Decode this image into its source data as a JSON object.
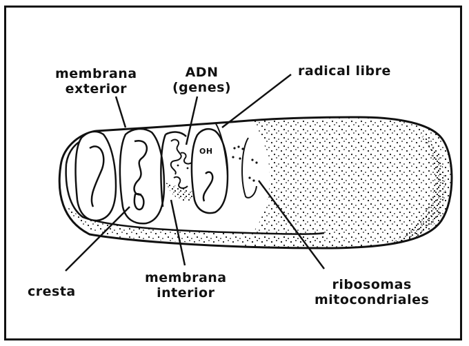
{
  "labels": {
    "membrana_exterior": [
      "membrana",
      "exterior"
    ],
    "adn": [
      "ADN",
      "(genes)"
    ],
    "radical_libre": "radical libre",
    "oh": "OH",
    "cresta": "cresta",
    "membrana_interior": [
      "membrana",
      "interior"
    ],
    "ribosomas": [
      "ribosomas",
      "mitocondriales"
    ]
  }
}
